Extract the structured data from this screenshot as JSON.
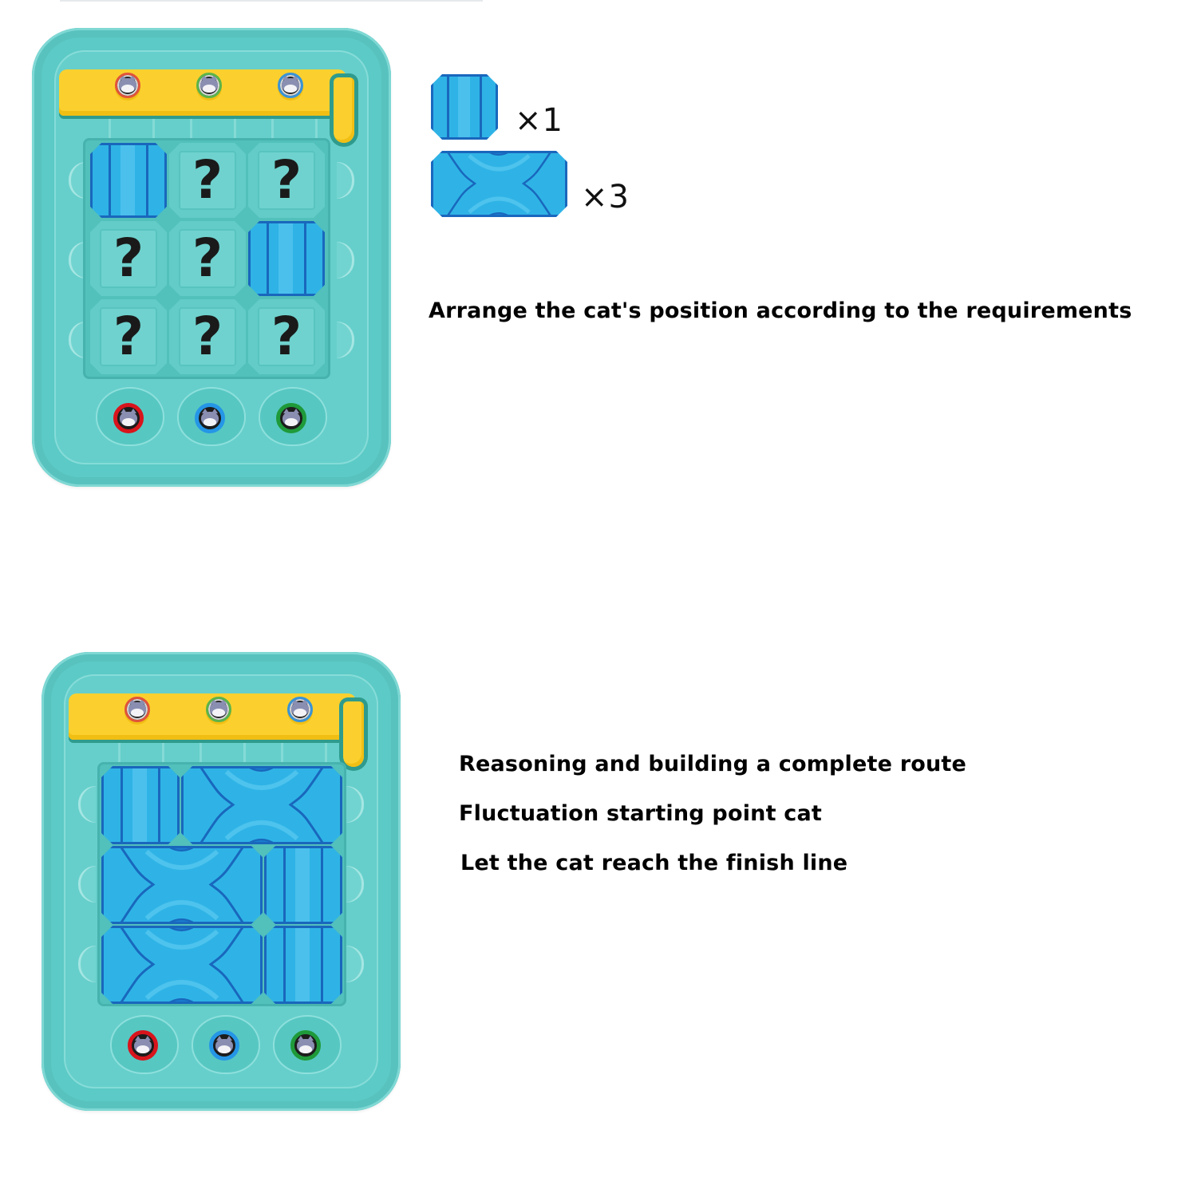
{
  "colors": {
    "board": "#5ccac6",
    "board_inner": "#66cfcb",
    "start_bar": "#fbd02e",
    "tile": "#2fb3e6",
    "tile_outline": "#1967bd",
    "question_mark": "#1a1a1a",
    "cat_red": "#d8141c",
    "cat_green": "#1f9a3a",
    "cat_blue": "#2596e6",
    "text": "#000000"
  },
  "puzzle": {
    "board": {
      "start_cats": [
        {
          "ring_color": "red"
        },
        {
          "ring_color": "green"
        },
        {
          "ring_color": "blue"
        }
      ],
      "grid": [
        [
          "straight-tile",
          "?",
          "?"
        ],
        [
          "?",
          "?",
          "straight-tile"
        ],
        [
          "?",
          "?",
          "?"
        ]
      ],
      "finish_cats": [
        {
          "ring_color": "red"
        },
        {
          "ring_color": "blue"
        },
        {
          "ring_color": "green"
        }
      ]
    },
    "pieces": [
      {
        "type": "straight-tile",
        "count_label": "×1"
      },
      {
        "type": "cross-tile",
        "count_label": "×3"
      }
    ],
    "instruction": "Arrange the cat's position according to the requirements"
  },
  "solution": {
    "board": {
      "start_cats": [
        {
          "ring_color": "red"
        },
        {
          "ring_color": "green"
        },
        {
          "ring_color": "blue"
        }
      ],
      "layout": [
        [
          "straight-tile",
          "cross-tile (2 wide)"
        ],
        [
          "cross-tile (2 wide)",
          "straight-tile"
        ],
        [
          "cross-tile (2 wide)",
          "straight-tile"
        ]
      ],
      "finish_cats": [
        {
          "ring_color": "red"
        },
        {
          "ring_color": "blue"
        },
        {
          "ring_color": "green"
        }
      ]
    },
    "captions": [
      "Reasoning and building a complete route",
      "Fluctuation starting point cat",
      "Let the cat reach the finish line"
    ]
  }
}
